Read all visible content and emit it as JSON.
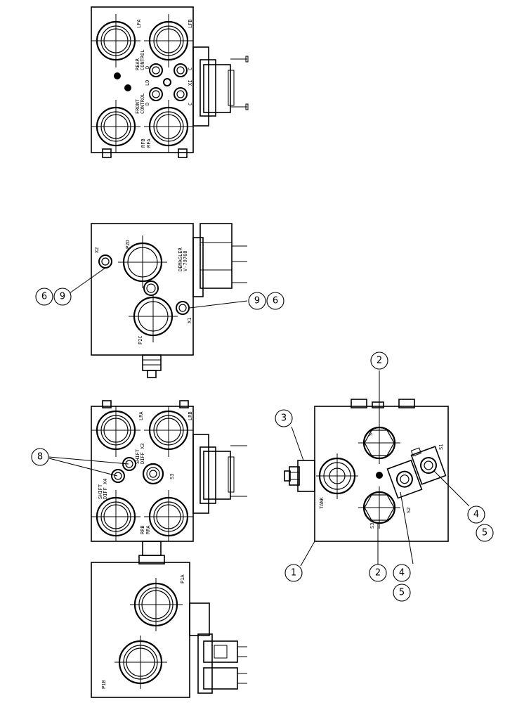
{
  "views": {
    "top": {
      "ports": [
        "LFA",
        "LFB",
        "RFB",
        "RFA"
      ],
      "rear_control": [
        "REAR",
        "CONTROL"
      ],
      "front_control": [
        "FRONT",
        "CONTROL"
      ],
      "small_labels": [
        "D",
        "LD",
        "C",
        "D",
        "C",
        "XI"
      ]
    },
    "middle_upper": {
      "ports": [
        "P2D",
        "P2C",
        "X2",
        "X1"
      ],
      "stamp": [
        "DEMAGLER",
        "V-79768"
      ]
    },
    "middle_lower": {
      "ports": [
        "LRA",
        "LRB",
        "RRB",
        "RRA",
        "S3"
      ],
      "shift_x3": [
        "SHIFT",
        "DIFF X3"
      ],
      "shift_x4": [
        "SHIFT",
        "DIFF X4"
      ]
    },
    "bottom": {
      "ports": [
        "P1A",
        "P1B"
      ]
    },
    "right": {
      "labels": [
        "S4",
        "S1",
        "S2",
        "S3",
        "TANK"
      ]
    }
  },
  "callouts": {
    "c1": "1",
    "c2a": "2",
    "c2b": "2",
    "c3": "3",
    "c4a": "4",
    "c5a": "5",
    "c4b": "4",
    "c5b": "5",
    "c6a": "6",
    "c9a": "9",
    "c9b": "9",
    "c6b": "6",
    "c8": "8"
  }
}
